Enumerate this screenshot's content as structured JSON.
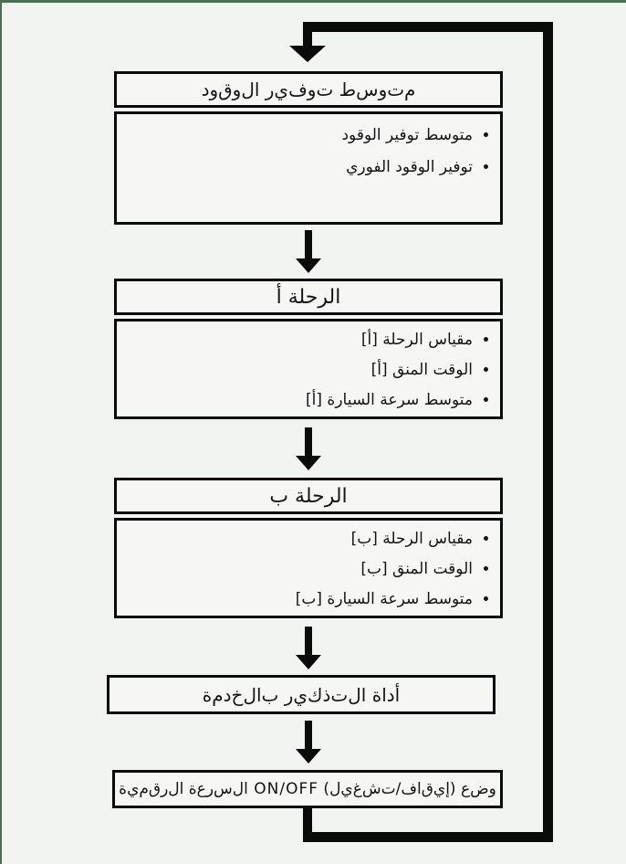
{
  "colors": {
    "background": "#f2f4f2",
    "frame_green": "#4d6e55",
    "box_fill": "#f6f7f5",
    "line_black": "#0a0a0a"
  },
  "flow": {
    "boxes": [
      {
        "id": "fuel-economy",
        "title": "م‌ت‌و‌س‌ط ت‌و‌ف‌ي‌ر ا‌ل‌و‌ق‌و‌د",
        "items": [
          "متوسط توفير الوقود",
          "توفير الوقود الفوري"
        ]
      },
      {
        "id": "trip-a",
        "title": "الرحلة أ",
        "items": [
          "مقياس الرحلة [أ]",
          "الوقت المنق [أ]",
          "متوسط سرعة السيارة [أ]"
        ]
      },
      {
        "id": "trip-b",
        "title": "الرحلة ب",
        "items": [
          "مقياس الرحلة [ب]",
          "الوقت المنق [ب]",
          "متوسط سرعة السيارة [ب]"
        ]
      },
      {
        "id": "service-reminder",
        "title": "أ‌د‌ا‌ة ا‌ل‌ت‌ذ‌ك‌ي‌ر ب‌ا‌ل‌خ‌د‌م‌ة"
      },
      {
        "id": "digital-speed-mode",
        "title": "و‌ض‌ع (إ‌ي‌ق‌ا‌ف/ت‌ش‌غ‌ي‌ل) ON/OFF ا‌ل‌س‌ر‌ع‌ة ا‌ل‌ر‌ق‌م‌ي‌ة"
      }
    ]
  }
}
